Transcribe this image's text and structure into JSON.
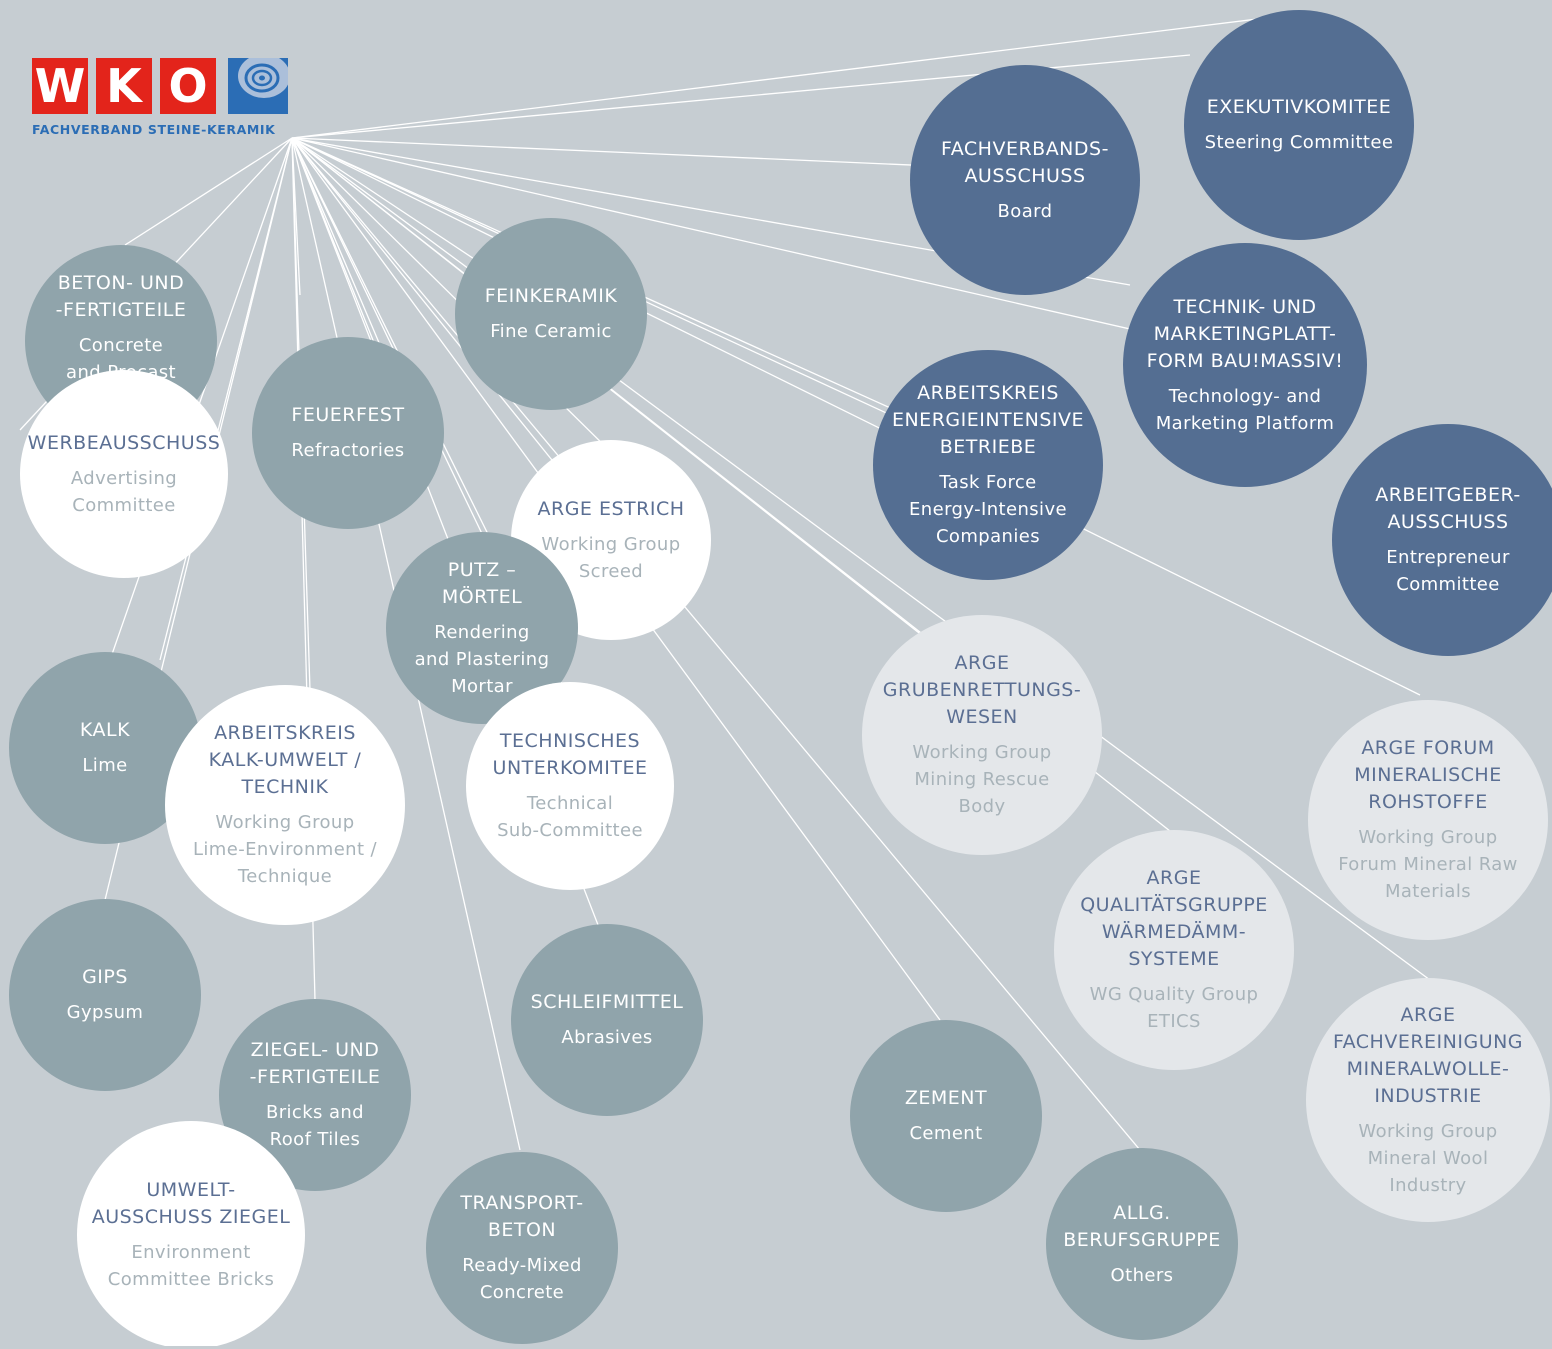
{
  "logo": {
    "letters": [
      "W",
      "K",
      "O"
    ],
    "tagline": "FACHVERBAND STEINE-KERAMIK",
    "colors": {
      "red": "#e3241b",
      "blue": "#2b6db5"
    }
  },
  "colors": {
    "background": "#c6cdd2",
    "line": "#ffffff",
    "dark_blue": "#546e92",
    "slate": "#90a4ab",
    "white": "#ffffff",
    "light": "#e4e7ea",
    "text_on_dark": "#ffffff",
    "title_on_light": "#5b6f93",
    "sub_on_light": "#a8b3b9"
  },
  "nodes": [
    {
      "id": "exekutivkomitee",
      "title": "EXEKUTIVKOMITEE",
      "subtitle": "Steering Committee",
      "style": "dark_blue"
    },
    {
      "id": "fachverbandsausschuss",
      "title": "FACHVERBANDS-\nAUSSCHUSS",
      "subtitle": "Board",
      "style": "dark_blue"
    },
    {
      "id": "technik-marketing",
      "title": "TECHNIK- UND\nMARKETINGPLATT-\nFORM BAU!MASSIV!",
      "subtitle": "Technology- and\nMarketing Platform",
      "style": "dark_blue"
    },
    {
      "id": "arbeitskreis-energie",
      "title": "ARBEITSKREIS\nENERGIEINTENSIVE\nBETRIEBE",
      "subtitle": "Task Force\nEnergy-Intensive\nCompanies",
      "style": "dark_blue"
    },
    {
      "id": "arbeitgeberausschuss",
      "title": "ARBEITGEBER-\nAUSSCHUSS",
      "subtitle": "Entrepreneur\nCommittee",
      "style": "dark_blue"
    },
    {
      "id": "beton-fertigteile",
      "title": "BETON- UND\n-FERTIGTEILE",
      "subtitle": "Concrete\nand Precast\nConcrete",
      "style": "slate"
    },
    {
      "id": "werbeausschuss",
      "title": "WERBEAUSSCHUSS",
      "subtitle": "Advertising\nCommittee",
      "style": "white"
    },
    {
      "id": "feinkeramik",
      "title": "FEINKERAMIK",
      "subtitle": "Fine Ceramic",
      "style": "slate"
    },
    {
      "id": "feuerfest",
      "title": "FEUERFEST",
      "subtitle": "Refractories",
      "style": "slate"
    },
    {
      "id": "arge-estrich",
      "title": "ARGE ESTRICH",
      "subtitle": "Working Group\nScreed",
      "style": "white"
    },
    {
      "id": "putz-moertel",
      "title": "PUTZ –\nMÖRTEL",
      "subtitle": "Rendering\nand Plastering\nMortar",
      "style": "slate"
    },
    {
      "id": "kalk",
      "title": "KALK",
      "subtitle": "Lime",
      "style": "slate"
    },
    {
      "id": "arbeitskreis-kalk",
      "title": "ARBEITSKREIS\nKALK-UMWELT /\nTECHNIK",
      "subtitle": "Working Group\nLime-Environment /\nTechnique",
      "style": "white"
    },
    {
      "id": "technisches-unterkomitee",
      "title": "TECHNISCHES\nUNTERKOMITEE",
      "subtitle": "Technical\nSub-Committee",
      "style": "white"
    },
    {
      "id": "arge-grubenrettung",
      "title": "ARGE\nGRUBENRETTUNGS-\nWESEN",
      "subtitle": "Working Group\nMining Rescue\nBody",
      "style": "light"
    },
    {
      "id": "arge-forum",
      "title": "ARGE FORUM\nMINERALISCHE\nROHSTOFFE",
      "subtitle": "Working Group\nForum Mineral Raw\nMaterials",
      "style": "light"
    },
    {
      "id": "gips",
      "title": "GIPS",
      "subtitle": "Gypsum",
      "style": "slate"
    },
    {
      "id": "schleifmittel",
      "title": "SCHLEIFMITTEL",
      "subtitle": "Abrasives",
      "style": "slate"
    },
    {
      "id": "arge-qualitaet",
      "title": "ARGE\nQUALITÄTSGRUPPE\nWÄRMEDÄMM-\nSYSTEME",
      "subtitle": "WG Quality Group\nETICS",
      "style": "light"
    },
    {
      "id": "ziegel-fertigteile",
      "title": "ZIEGEL- UND\n-FERTIGTEILE",
      "subtitle": "Bricks and\nRoof Tiles",
      "style": "slate"
    },
    {
      "id": "arge-mineralwolle",
      "title": "ARGE\nFACHVEREINIGUNG\nMINERALWOLLE-\nINDUSTRIE",
      "subtitle": "Working Group\nMineral Wool\nIndustry",
      "style": "light"
    },
    {
      "id": "zement",
      "title": "ZEMENT",
      "subtitle": "Cement",
      "style": "slate"
    },
    {
      "id": "umweltausschuss-ziegel",
      "title": "UMWELT-\nAUSSCHUSS ZIEGEL",
      "subtitle": "Environment\nCommittee Bricks",
      "style": "white"
    },
    {
      "id": "transportbeton",
      "title": "TRANSPORT-\nBETON",
      "subtitle": "Ready-Mixed\nConcrete",
      "style": "slate"
    },
    {
      "id": "allg-berufsgruppe",
      "title": "ALLG.\nBERUFSGRUPPE",
      "subtitle": "Others",
      "style": "slate"
    }
  ]
}
